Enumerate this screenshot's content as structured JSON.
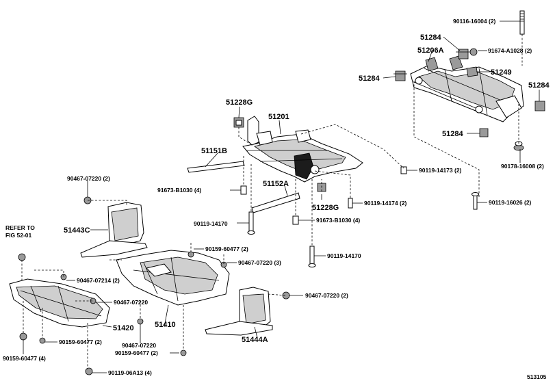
{
  "diagram_id": "513105",
  "refer_note": [
    "REFER TO",
    "FIG 52-01"
  ],
  "labels": {
    "p90116_16004": "90116-16004 (2)",
    "p51284_top": "51284",
    "p51206A": "51206A",
    "p91674_A1028": "91674-A1028 (2)",
    "p51249": "51249",
    "p51284_left": "51284",
    "p51284_right": "51284",
    "p51284_low": "51284",
    "p90178_16008": "90178-16008 (2)",
    "p90119_16026": "90119-16026 (2)",
    "p51228G_top": "51228G",
    "p51201": "51201",
    "p51151B": "51151B",
    "p90119_14173": "90119-14173 (2)",
    "p91673_B1030_a": "91673-B1030 (4)",
    "p51152A": "51152A",
    "p51228G_low": "51228G",
    "p90119_14174": "90119-14174 (2)",
    "p90467_07220_a": "90467-07220 (2)",
    "p51443C": "51443C",
    "p90119_14170_a": "90119-14170",
    "p91673_B1030_b": "91673-B1030 (4)",
    "p90159_60477_a": "90159-60477 (2)",
    "p90467_07220_b": "90467-07220 (3)",
    "p90119_14170_b": "90119-14170",
    "p90467_07214": "90467-07214 (2)",
    "p90467_07220_c": "90467-07220",
    "p90467_07220_d": "90467-07220 (2)",
    "p51410": "51410",
    "p51420": "51420",
    "p51444A": "51444A",
    "p90159_60477_b": "90159-60477 (2)",
    "p90467_07220_e": "90467-07220",
    "p90159_60477_c": "90159-60477 (2)",
    "p90159_60477_d": "90159-60477 (4)",
    "p90119_06A13": "90119-06A13 (4)"
  }
}
